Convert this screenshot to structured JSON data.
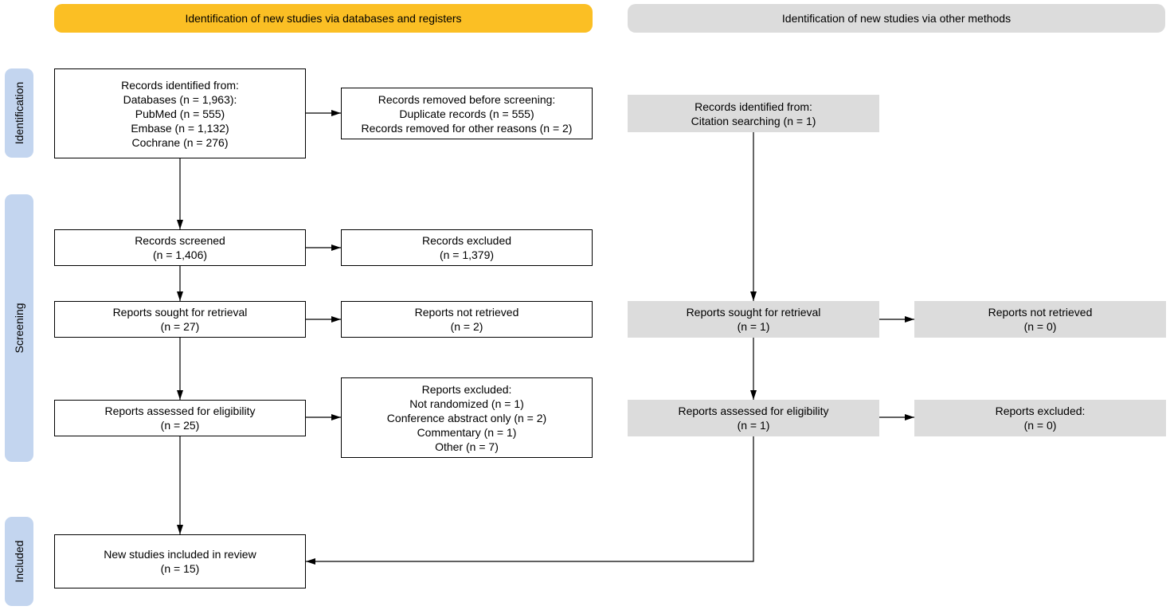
{
  "headers": {
    "databases": "Identification of new studies via databases and registers",
    "other": "Identification of new studies via other methods"
  },
  "phases": {
    "identification": "Identification",
    "screening": "Screening",
    "included": "Included"
  },
  "databases": {
    "identified": [
      "Records identified from:",
      "Databases (n = 1,963):",
      "PubMed (n = 555)",
      "Embase (n = 1,132)",
      "Cochrane (n = 276)"
    ],
    "removed": [
      "Records removed before screening:",
      "Duplicate records (n = 555)",
      "Records removed for other reasons (n = 2)"
    ],
    "screened": [
      "Records screened",
      "(n = 1,406)"
    ],
    "excluded": [
      "Records excluded",
      "(n = 1,379)"
    ],
    "sought": [
      "Reports sought for retrieval",
      "(n = 27)"
    ],
    "not_retrieved": [
      "Reports not retrieved",
      "(n = 2)"
    ],
    "assessed": [
      "Reports assessed for eligibility",
      "(n = 25)"
    ],
    "reports_excluded": [
      "Reports excluded:",
      "Not randomized (n = 1)",
      "Conference abstract only (n = 2)",
      "Commentary (n = 1)",
      "Other (n = 7)"
    ],
    "included": [
      "New studies included in review",
      "(n = 15)"
    ]
  },
  "other": {
    "identified": [
      "Records identified from:",
      "Citation searching (n = 1)"
    ],
    "sought": [
      "Reports sought for retrieval",
      "(n = 1)"
    ],
    "not_retrieved": [
      "Reports not retrieved",
      "(n = 0)"
    ],
    "assessed": [
      "Reports assessed for eligibility",
      "(n = 1)"
    ],
    "reports_excluded": [
      "Reports excluded:",
      "(n = 0)"
    ]
  },
  "colors": {
    "databases_header": "#fbbf24",
    "other_header": "#dcdcdc",
    "phase_label": "#c3d5ef",
    "other_box": "#dcdcdc"
  }
}
